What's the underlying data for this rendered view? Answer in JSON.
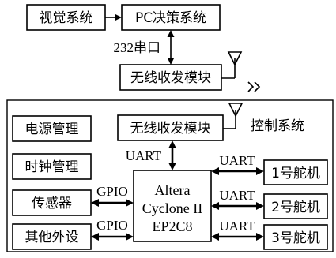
{
  "top_section": {
    "vision_system": "视觉系统",
    "pc_decision_system": "PC决策系统",
    "serial_label": "232串口",
    "wireless_module_top": "无线收发模块"
  },
  "control_system": {
    "title": "控制系统",
    "wireless_module": "无线收发模块",
    "power_management": "电源管理",
    "clock_management": "时钟管理",
    "sensor": "传感器",
    "other_peripherals": "其他外设",
    "fpga": {
      "line1": "Altera",
      "line2": "Cyclone II",
      "line3": "EP2C8"
    },
    "links": {
      "uart_wireless": "UART",
      "gpio_sensor": "GPIO",
      "gpio_other": "GPIO",
      "uart_servo_1": "UART",
      "uart_servo_2": "UART",
      "uart_servo_3": "UART"
    },
    "servos": [
      {
        "label": "1号舵机"
      },
      {
        "label": "2号舵机"
      },
      {
        "label": "3号舵机"
      }
    ]
  }
}
